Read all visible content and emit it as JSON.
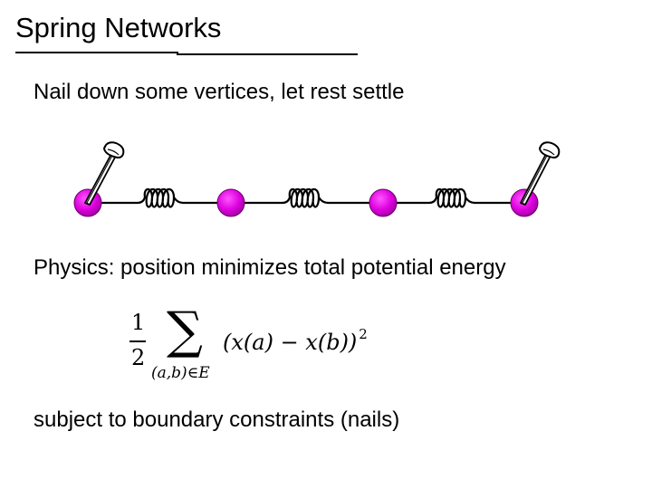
{
  "slide": {
    "title": "Spring Networks",
    "bullet_nail": "Nail down some vertices, let rest settle",
    "bullet_physics": "Physics: position minimizes total potential energy",
    "bullet_constraints": "subject to boundary constraints (nails)"
  },
  "formula": {
    "fraction_numerator": "1",
    "fraction_denominator": "2",
    "sum_symbol": "∑",
    "sum_subscript": "(a,b)∈E",
    "summand": "(x(a) − x(b))",
    "exponent": "2"
  },
  "diagram": {
    "vertex_count": 4,
    "nailed_vertices": [
      "vertex-1",
      "vertex-4"
    ],
    "vertex_color": "#cc00cc",
    "edge_color": "#000000"
  }
}
